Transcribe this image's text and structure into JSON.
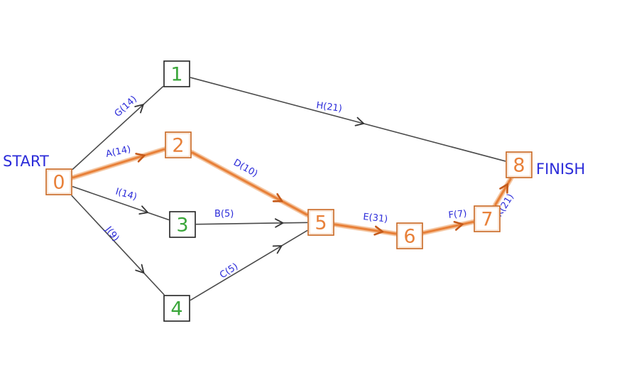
{
  "labels": {
    "start": "START",
    "finish": "FINISH"
  },
  "colors": {
    "critical": "#e8813a",
    "normal_edge": "#4a4a4a",
    "normal_node_text": "#3aa63a",
    "critical_node_text": "#e8813a",
    "label_text": "#2b2bd9"
  },
  "nodes": [
    {
      "id": "0",
      "label": "0",
      "critical": true
    },
    {
      "id": "1",
      "label": "1",
      "critical": false
    },
    {
      "id": "2",
      "label": "2",
      "critical": true
    },
    {
      "id": "3",
      "label": "3",
      "critical": false
    },
    {
      "id": "4",
      "label": "4",
      "critical": false
    },
    {
      "id": "5",
      "label": "5",
      "critical": true
    },
    {
      "id": "6",
      "label": "6",
      "critical": true
    },
    {
      "id": "7",
      "label": "7",
      "critical": true
    },
    {
      "id": "8",
      "label": "8",
      "critical": true
    }
  ],
  "edges": [
    {
      "id": "G",
      "from": "0",
      "to": "1",
      "label": "G(14)",
      "critical": false
    },
    {
      "id": "A",
      "from": "0",
      "to": "2",
      "label": "A(14)",
      "critical": true
    },
    {
      "id": "I",
      "from": "0",
      "to": "3",
      "label": "I(14)",
      "critical": false
    },
    {
      "id": "J",
      "from": "0",
      "to": "4",
      "label": "J(9)",
      "critical": false
    },
    {
      "id": "H",
      "from": "1",
      "to": "8",
      "label": "H(21)",
      "critical": false
    },
    {
      "id": "D",
      "from": "2",
      "to": "5",
      "label": "D(10)",
      "critical": true
    },
    {
      "id": "B",
      "from": "3",
      "to": "5",
      "label": "B(5)",
      "critical": false
    },
    {
      "id": "C",
      "from": "4",
      "to": "5",
      "label": "C(5)",
      "critical": false
    },
    {
      "id": "E",
      "from": "5",
      "to": "6",
      "label": "E(31)",
      "critical": true
    },
    {
      "id": "F",
      "from": "6",
      "to": "7",
      "label": "F(7)",
      "critical": true
    },
    {
      "id": "K",
      "from": "7",
      "to": "8",
      "label": "K(21)",
      "critical": true
    }
  ]
}
